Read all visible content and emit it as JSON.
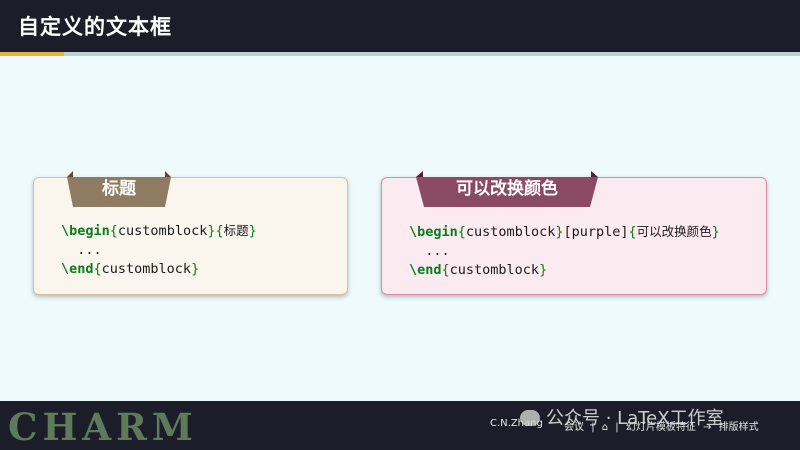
{
  "header": {
    "title": "自定义的文本框"
  },
  "blocks": [
    {
      "ribbon_label": "标题",
      "code": {
        "begin": "\\begin",
        "env": "customblock",
        "arg_open": "{",
        "arg": "标题",
        "arg_close": "}",
        "dots": "...",
        "end": "\\end"
      }
    },
    {
      "ribbon_label": "可以改换颜色",
      "code": {
        "begin": "\\begin",
        "env": "customblock",
        "option": "[purple]",
        "arg_open": "{",
        "arg": "可以改换颜色",
        "arg_close": "}",
        "dots": "...",
        "end": "\\end"
      }
    }
  ],
  "footer": {
    "logo": "CHARM",
    "author": "C.N.Zhang",
    "nav": [
      "会议",
      "|",
      "|",
      "幻灯片模板特征",
      "→",
      "排版样式"
    ],
    "watermark": "公众号 · LaTeX工作室"
  },
  "colors": {
    "header_bg": "#1b1e29",
    "block_left_bg": "#fbf6ed",
    "block_right_bg": "#fbeaef",
    "ribbon_left": "#8e7b62",
    "ribbon_right": "#8a4a63",
    "keyword_green": "#0a7d1e"
  }
}
